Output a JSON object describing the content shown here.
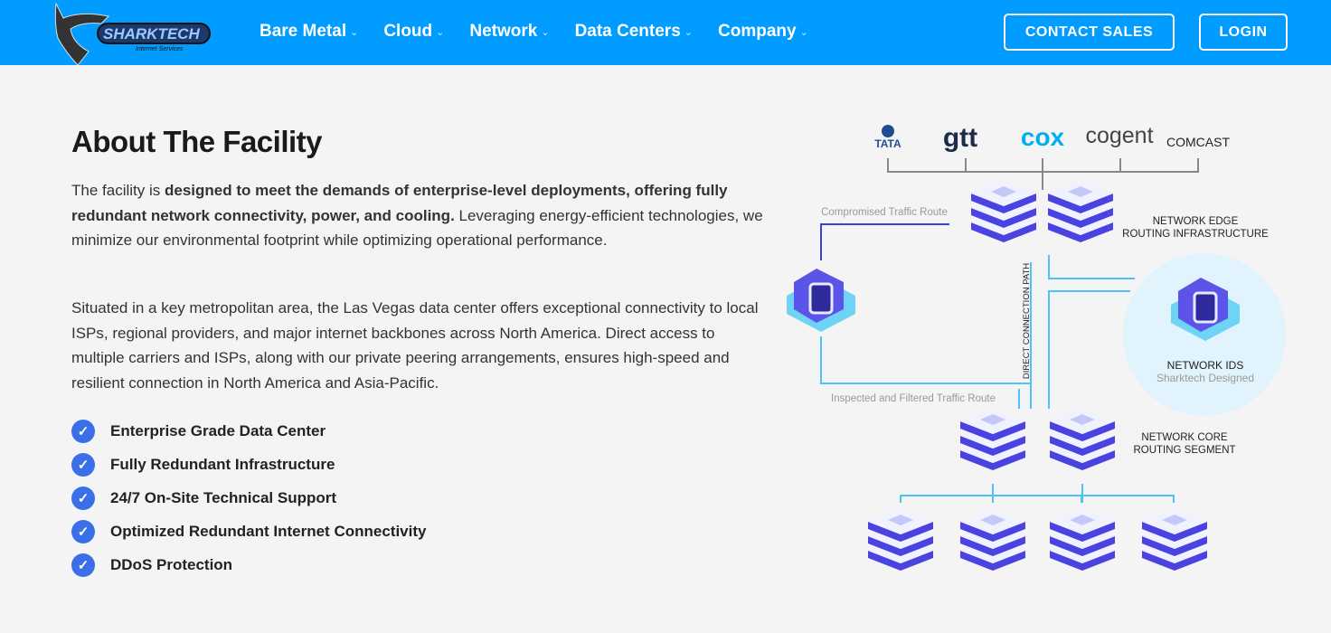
{
  "brand": {
    "logo_text": "SHARKTECH",
    "logo_sub": "Internet Services"
  },
  "nav": {
    "items": [
      {
        "label": "Bare Metal"
      },
      {
        "label": "Cloud"
      },
      {
        "label": "Network"
      },
      {
        "label": "Data Centers"
      },
      {
        "label": "Company"
      }
    ],
    "chevron": "⌄"
  },
  "header": {
    "contact_label": "CONTACT SALES",
    "login_label": "LOGIN"
  },
  "main": {
    "title": "About The Facility",
    "p1_a": "The facility is ",
    "p1_bold": "designed to meet the demands of enterprise-level deployments, offering fully redundant network connectivity, power, and cooling.",
    "p1_b": " Leveraging energy-efficient technologies, we minimize our environmental footprint while optimizing operational performance.",
    "p2": "Situated in a key metropolitan area, the Las Vegas data center offers exceptional connectivity to local ISPs, regional providers, and major internet backbones across North America. Direct access to multiple carriers and ISPs, along with our private peering arrangements, ensures high-speed and resilient connection in North America and Asia-Pacific.",
    "features": [
      "Enterprise Grade Data Center",
      "Fully Redundant Infrastructure",
      "24/7 On-Site Technical Support",
      "Optimized Redundant Internet Connectivity",
      "DDoS Protection"
    ]
  },
  "diagram": {
    "carriers": [
      "TATA",
      "gtt",
      "cox",
      "cogent",
      "COMCAST"
    ],
    "compromised_label": "Compromised Traffic Route",
    "inspected_label": "Inspected and Filtered Traffic Route",
    "direct_label": "DIRECT CONNECTION PATH",
    "edge_label_1": "NETWORK EDGE",
    "edge_label_2": "ROUTING INFRASTRUCTURE",
    "ids_label": "NETWORK IDS",
    "ids_sub": "Sharktech Designed",
    "core_label_1": "NETWORK CORE",
    "core_label_2": "ROUTING SEGMENT"
  },
  "colors": {
    "brand": "#009cff",
    "check": "#3b6fe8",
    "route_blue": "#3b3fe0",
    "route_cyan": "#4fc3f7",
    "ids_circle": "#e1f3fc"
  }
}
